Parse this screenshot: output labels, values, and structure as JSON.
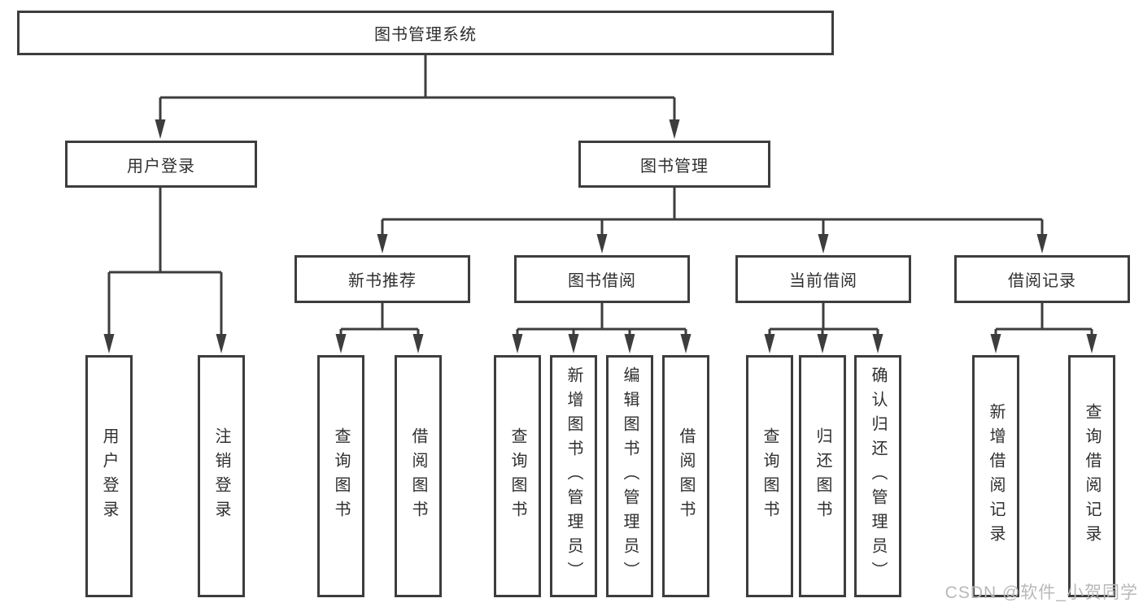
{
  "root": {
    "label": "图书管理系统"
  },
  "login": {
    "label": "用户登录",
    "children": [
      {
        "label": "用户登录"
      },
      {
        "label": "注销登录"
      }
    ]
  },
  "management": {
    "label": "图书管理",
    "sections": [
      {
        "label": "新书推荐",
        "children": [
          {
            "label": "查询图书"
          },
          {
            "label": "借阅图书"
          }
        ]
      },
      {
        "label": "图书借阅",
        "children": [
          {
            "label": "查询图书"
          },
          {
            "label": "新增图书（管理员）"
          },
          {
            "label": "编辑图书（管理员）"
          },
          {
            "label": "借阅图书"
          }
        ]
      },
      {
        "label": "当前借阅",
        "children": [
          {
            "label": "查询图书"
          },
          {
            "label": "归还图书"
          },
          {
            "label": "确认归还（管理员）"
          }
        ]
      },
      {
        "label": "借阅记录",
        "children": [
          {
            "label": "新增借阅记录"
          },
          {
            "label": "查询借阅记录"
          }
        ]
      }
    ]
  },
  "watermark": {
    "text": "CSDN @软件_小贺同学"
  },
  "colors": {
    "line": "#3d3d3d",
    "text": "#2f2f2f",
    "watermark": "#b8b8b8",
    "background": "#ffffff"
  }
}
